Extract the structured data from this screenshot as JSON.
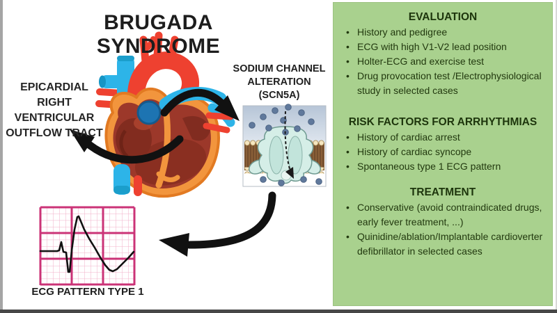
{
  "title": "BRUGADA SYNDROME",
  "diagram": {
    "epicardial_label": "EPICARDIAL\nRIGHT VENTRICULAR\nOUTFLOW TRACT",
    "sodium_channel_label": "SODIUM CHANNEL\nALTERATION\n(SCN5A)",
    "ecg_label": "ECG PATTERN TYPE 1",
    "illustrations": {
      "heart": "anatomical-heart-cross-section",
      "sodium_channel": "cell-membrane-ion-channel-with-sodium-ions",
      "ecg": "ecg-paper-with-type-1-brugada-trace"
    }
  },
  "panel": {
    "bg_color": "#a9d18e",
    "text_color": "#22390f",
    "sections": [
      {
        "heading": "EVALUATION",
        "bullets": [
          "History and pedigree",
          "ECG with high V1-V2 lead position",
          "Holter-ECG and exercise test",
          "Drug provocation test /Electrophysiological study in selected cases"
        ]
      },
      {
        "heading": "RISK FACTORS FOR ARRHYTHMIAS",
        "bullets": [
          "History of cardiac arrest",
          "History of cardiac syncope",
          "Spontaneous type 1 ECG pattern"
        ]
      },
      {
        "heading": "TREATMENT",
        "bullets": [
          "Conservative (avoid contraindicated drugs, early fever treatment, ...)",
          "Quinidine/ablation/Implantable cardioverter defibrillator in selected cases"
        ]
      }
    ]
  },
  "colors": {
    "panel_green": "#a9d18e",
    "ecg_grid_magenta": "#cb3377",
    "arrow_black": "#111111",
    "heart_red": "#ee4130",
    "vessel_cyan": "#2db4e8"
  }
}
